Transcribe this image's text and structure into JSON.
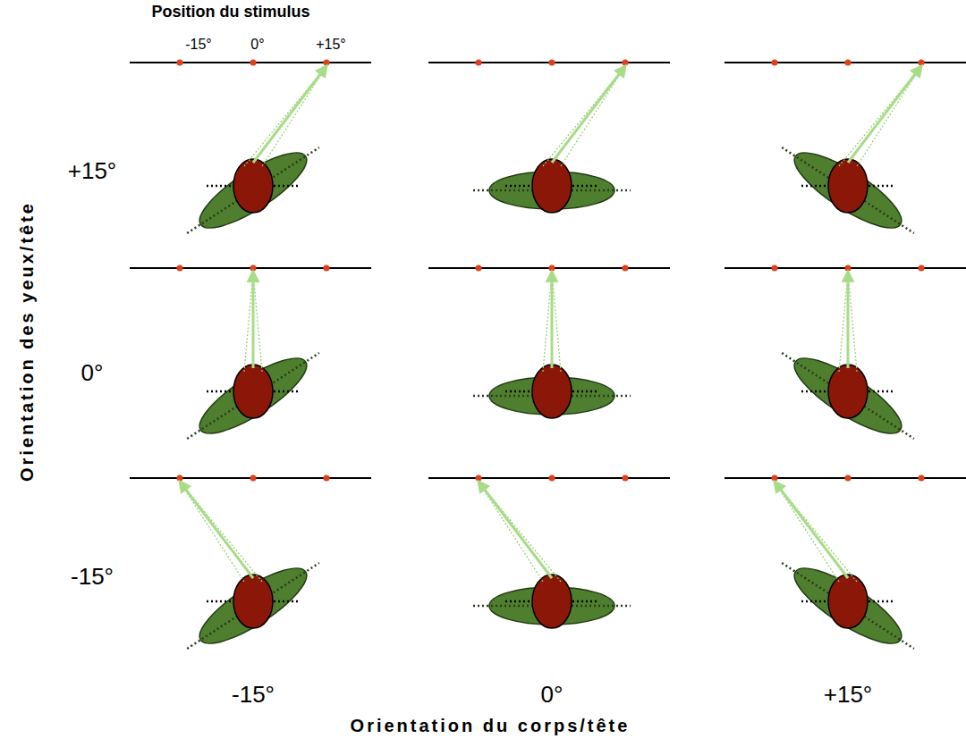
{
  "diagram": {
    "labels": [
      "Position du stimulus",
      "-15°",
      "0°",
      "+15°",
      "+15°",
      "0°",
      "-15°",
      "-15°",
      "0°",
      "+15°",
      "Orientation des yeux/tête",
      "Orientation du corps/tête"
    ]
  }
}
